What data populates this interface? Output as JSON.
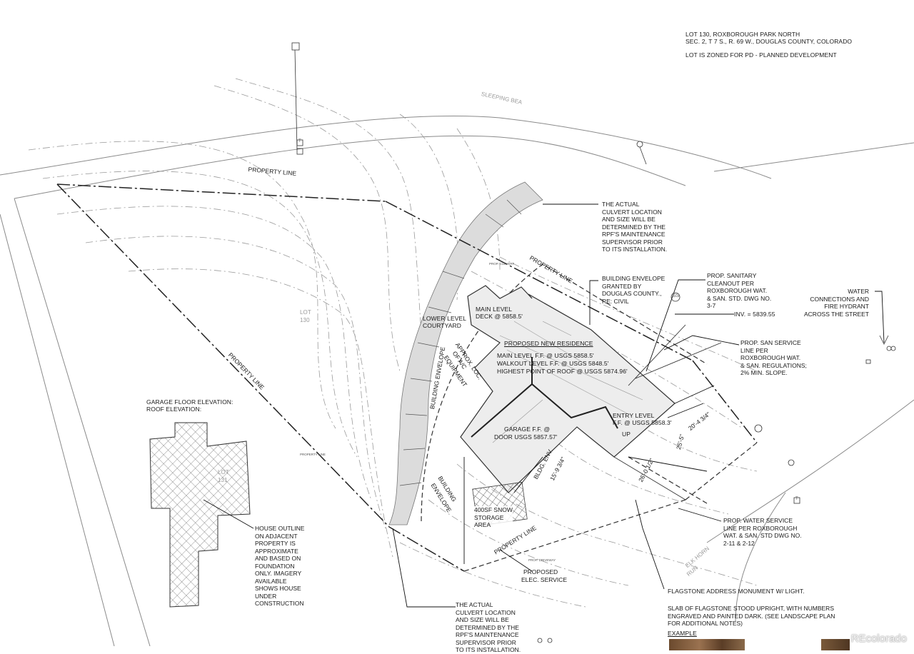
{
  "title_block": {
    "line1": "LOT 130, ROXBOROUGH PARK NORTH",
    "line2": "SEC. 2, T 7 S., R. 69 W., DOUGLAS COUNTY, COLORADO",
    "line3": "LOT IS ZONED FOR PD - PLANNED DEVELOPMENT"
  },
  "streets": {
    "north": "SLEEPING BEA",
    "south_a": "ELK HORN",
    "south_b": "RUN"
  },
  "property_line_label": "PROPERTY LINE",
  "lots": {
    "this_lot_a": "LOT",
    "this_lot_b": "130",
    "adjacent_a": "LOT",
    "adjacent_b": "131"
  },
  "residence": {
    "title": "PROPOSED NEW RESIDENCE",
    "main_ff": "MAIN LEVEL F.F. @ USGS 5858.5'",
    "walkout_ff": "WALKOUT LEVEL F.F. @ USGS 5848.5'",
    "roof_high": "HIGHEST POINT OF ROOF @ USGS 5874.96'",
    "deck_a": "MAIN LEVEL",
    "deck_b": "DECK @ 5858.5'",
    "courtyard_a": "LOWER LEVEL",
    "courtyard_b": "COURTYARD",
    "garage_a": "GARAGE F.F. @",
    "garage_b": "DOOR USGS 5857.57'",
    "entry_a": "ENTRY LEVEL",
    "entry_b": "F.F. @ USGS 5858.3'",
    "up": "UP",
    "ac_a": "APPROX. LOC.",
    "ac_b": "OF A/C",
    "ac_c": "EQUIPMENT",
    "bldg_env": "BUILDING ENVELOPE",
    "bldg_env2_a": "BUILDING",
    "bldg_env2_b": "ENVELOPE",
    "bldg_env3": "BLDG. ENV.",
    "dim1": "20'-4 3/4\"",
    "dim2": "25'-5\"",
    "dim3": "26'-0 1/2\"",
    "dim4": "15'-9 3/4\""
  },
  "notes": {
    "culvert_top": [
      "THE ACTUAL",
      "CULVERT LOCATION",
      "AND SIZE WILL BE",
      "DETERMINED BY THE",
      "RPF'S MAINTENANCE",
      "SUPERVISOR PRIOR",
      "TO ITS INSTALLATION."
    ],
    "building_envelope": [
      "BUILDING ENVELOPE",
      "GRANTED BY",
      "DOUGLAS COUNTY.,",
      "RE: CIVIL"
    ],
    "sanitary_cleanout": [
      "PROP. SANITARY",
      "CLEANOUT PER",
      "ROXBOROUGH WAT.",
      "& SAN. STD. DWG NO.",
      "3-7"
    ],
    "water_connections": [
      "WATER",
      "CONNECTIONS AND",
      "FIRE HYDRANT",
      "ACROSS THE STREET"
    ],
    "inv": "INV. = 5839.55",
    "san_service": [
      "PROP. SAN SERVICE",
      "LINE PER",
      "ROXBOROUGH WAT.",
      "& SAN. REGULATIONS;",
      "2% MIN. SLOPE."
    ],
    "garage_floor_elev": "GARAGE FLOOR ELEVATION:",
    "roof_elev": "ROOF ELEVATION:",
    "house_outline": [
      "HOUSE OUTLINE",
      "ON ADJACENT",
      "PROPERTY IS",
      "APPROXIMATE",
      "AND BASED ON",
      "FOUNDATION",
      "ONLY. IMAGERY",
      "AVAILABLE",
      "SHOWS HOUSE",
      "UNDER",
      "CONSTRUCTION"
    ],
    "snow_storage": [
      "400SF SNOW",
      "STORAGE",
      "AREA"
    ],
    "elec_service": [
      "PROPOSED",
      "ELEC. SERVICE"
    ],
    "water_service": [
      "PROP. WATER SERVICE",
      "LINE PER ROXBOROUGH",
      "WAT. & SAN. STD DWG NO.",
      "2-11 & 2-12"
    ],
    "culvert_bottom": [
      "THE ACTUAL",
      "CULVERT LOCATION",
      "AND SIZE WILL BE",
      "DETERMINED BY THE",
      "RPF'S MAINTENANCE",
      "SUPERVISOR PRIOR",
      "TO ITS INSTALLATION."
    ],
    "flagstone": "FLAGSTONE ADDRESS MONUMENT W/ LIGHT.",
    "slab": [
      "SLAB OF FLAGSTONE STOOD UPRIGHT, WITH NUMBERS",
      "ENGRAVED AND PAINTED DARK. (SEE LANDSCAPE PLAN",
      "FOR ADDITIONAL NOTES)"
    ],
    "example": "EXAMPLE"
  },
  "small_marks": {
    "ss": "SS",
    "t": "T",
    "property_line_small": "PROPERTY LINE",
    "prop_culvert": "PROP. CULVERT",
    "prop_driveway": "PROP. DRIVEWAY"
  },
  "watermark": "REcolorado"
}
